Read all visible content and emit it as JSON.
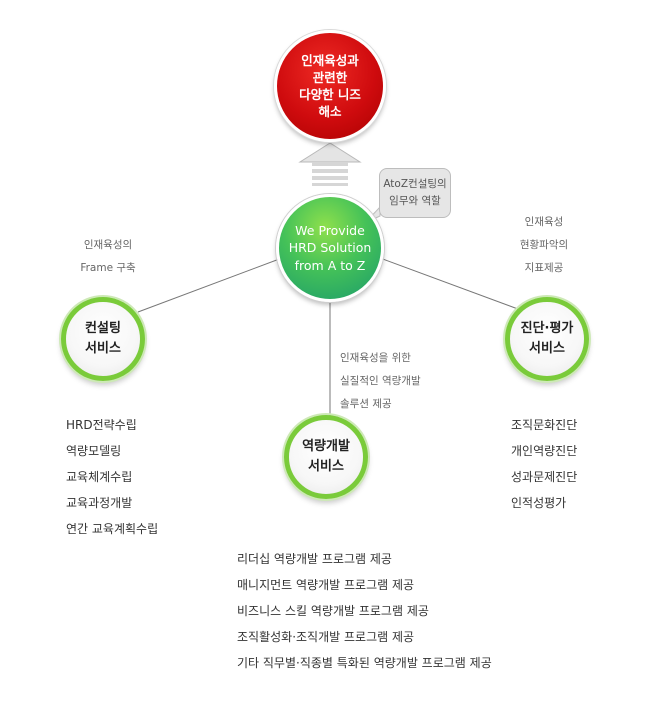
{
  "top_circle": {
    "text": "인재육성과\n관련한\n다양한 니즈\n해소",
    "color": "#d7090d"
  },
  "center_circle": {
    "text": "We Provide\nHRD Solution\nfrom A to Z",
    "color": "#3cbd5c"
  },
  "bubble": {
    "text": "AtoZ컨설팅의\n임무와 역할"
  },
  "arrow_icon": "up-arrow-icon",
  "accent_ring_color": "#7acb3a",
  "services": [
    {
      "id": "consulting",
      "title": "컨설팅\n서비스",
      "note": "인재육성의\nFrame 구축",
      "items": [
        "HRD전략수립",
        "역량모델링",
        "교육체계수립",
        "교육과정개발",
        "연간 교육계획수립"
      ]
    },
    {
      "id": "competency",
      "title": "역량개발\n서비스",
      "note": "인재육성을 위한\n실질적인 역량개발\n솔루션 제공",
      "items": [
        "리더십 역량개발 프로그램 제공",
        "매니지먼트 역량개발 프로그램 제공",
        "비즈니스 스킬 역량개발 프로그램 제공",
        "조직활성화·조직개발 프로그램 제공",
        "기타 직무별·직종별 특화된 역량개발 프로그램 제공"
      ]
    },
    {
      "id": "diagnosis",
      "title": "진단·평가\n서비스",
      "note": "인재육성\n현황파악의\n지표제공",
      "items": [
        "조직문화진단",
        "개인역량진단",
        "성과문제진단",
        "인적성평가"
      ]
    }
  ]
}
